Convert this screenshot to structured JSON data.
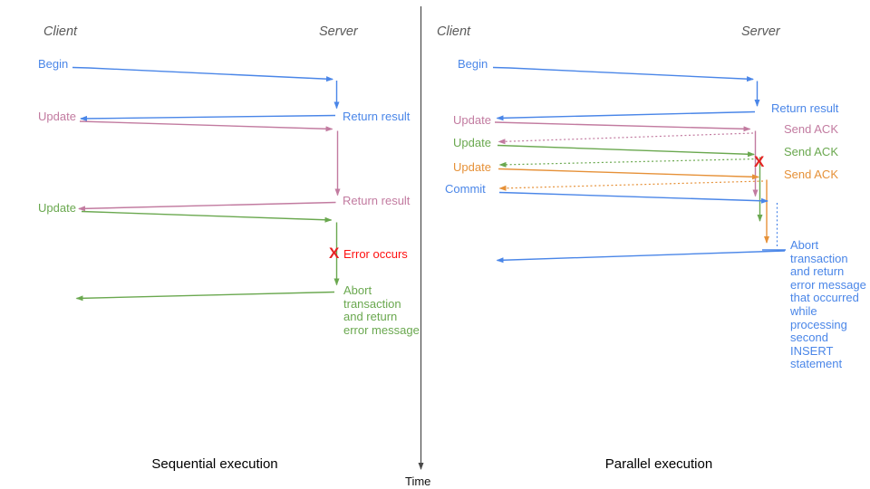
{
  "colors": {
    "blue": "#4a86e8",
    "pink": "#c27ba0",
    "green": "#6aa84f",
    "orange": "#e69138",
    "red": "#fe1010",
    "header_gray": "#595959",
    "axis_gray": "#4a4a4a"
  },
  "time_axis": {
    "label": "Time"
  },
  "left": {
    "caption": "Sequential execution",
    "client_header": "Client",
    "server_header": "Server",
    "labels": {
      "begin": "Begin",
      "return_result_1": "Return result",
      "update_1": "Update",
      "return_result_2": "Return result",
      "update_2": "Update",
      "error_mark": "X",
      "error": "Error occurs",
      "abort": "Abort transaction and return error message"
    }
  },
  "right": {
    "caption": "Parallel execution",
    "client_header": "Client",
    "server_header": "Server",
    "labels": {
      "begin": "Begin",
      "return_result": "Return result",
      "update_1": "Update",
      "send_ack_1": "Send ACK",
      "update_2": "Update",
      "send_ack_2": "Send ACK",
      "update_3": "Update",
      "send_ack_3": "Send ACK",
      "commit": "Commit",
      "error_mark": "X",
      "abort": "Abort transaction and return error message that occurred while processing second INSERT statement"
    }
  }
}
